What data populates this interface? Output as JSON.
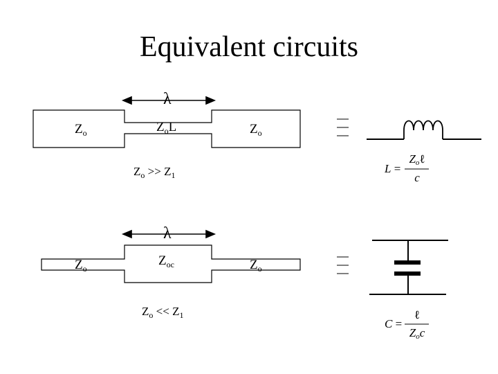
{
  "slide": {
    "title": "Equivalent circuits"
  },
  "top_circuit": {
    "lambda": "λ",
    "left_line": {
      "main": "Z",
      "sub": "o"
    },
    "section": {
      "main": "Z",
      "sub": "o",
      "suffix": "L"
    },
    "right_line": {
      "main": "Z",
      "sub": "o"
    },
    "condition": {
      "a_main": "Z",
      "a_sub": "o",
      "op": ">>",
      "b_main": "Z",
      "b_sub": "1"
    },
    "equiv_formula": {
      "lhs": "L",
      "eq": "=",
      "num_main": "Z",
      "num_sub": "o",
      "num_tail": "ℓ",
      "den": "c"
    }
  },
  "bottom_circuit": {
    "lambda": "λ",
    "left_line": {
      "main": "Z",
      "sub": "o"
    },
    "section": {
      "main": "Z",
      "sub": "oc"
    },
    "right_line": {
      "main": "Z",
      "sub": "o"
    },
    "condition": {
      "a_main": "Z",
      "a_sub": "o",
      "op": "<<",
      "b_main": "Z",
      "b_sub": "1"
    },
    "equiv_formula": {
      "lhs": "C",
      "eq": "=",
      "num": "ℓ",
      "den_main": "Z",
      "den_sub": "o",
      "den_tail": "c"
    }
  }
}
